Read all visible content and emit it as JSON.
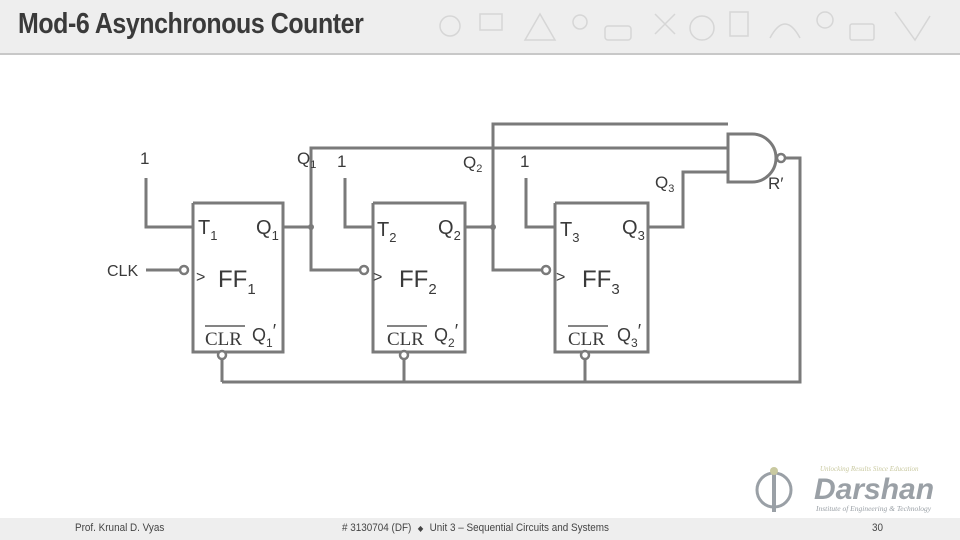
{
  "slide": {
    "title": "Mod-6 Asynchronous Counter",
    "page_number": "30"
  },
  "footer": {
    "author": "Prof. Krunal D. Vyas",
    "course": "# 3130704 (DF)",
    "separator": "◆",
    "unit": "Unit 3 – Sequential Circuits and Systems"
  },
  "logo": {
    "tagline": "Unlocking Results Since Education",
    "name": "Darshan",
    "subtitle": "Institute of Engineering & Technology"
  },
  "circuit": {
    "clk": "CLK",
    "top": {
      "one_1": "1",
      "q1": "Q",
      "q1_sub": "1",
      "one_2": "1",
      "q2": "Q",
      "q2_sub": "2",
      "one_3": "1",
      "q3": "Q",
      "q3_sub": "3",
      "r_prime": "R′"
    },
    "ff1": {
      "t": "T",
      "t_sub": "1",
      "q": "Q",
      "q_sub": "1",
      "name": "FF",
      "name_sub": "1",
      "clr": "CLR",
      "qb": "Q",
      "qb_sub": "1",
      "prime": "′",
      "clk_mark": ">"
    },
    "ff2": {
      "t": "T",
      "t_sub": "2",
      "q": "Q",
      "q_sub": "2",
      "name": "FF",
      "name_sub": "2",
      "clr": "CLR",
      "qb": "Q",
      "qb_sub": "2",
      "prime": "′",
      "clk_mark": ">"
    },
    "ff3": {
      "t": "T",
      "t_sub": "3",
      "q": "Q",
      "q_sub": "3",
      "name": "FF",
      "name_sub": "3",
      "clr": "CLR",
      "qb": "Q",
      "qb_sub": "3",
      "prime": "′",
      "clk_mark": ">"
    }
  }
}
